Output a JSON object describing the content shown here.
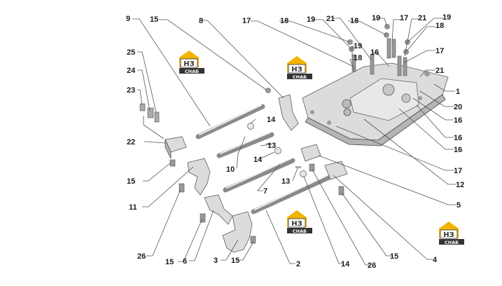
{
  "callouts": [
    {
      "id": "c9",
      "text": "9"
    },
    {
      "id": "c15a",
      "text": "15"
    },
    {
      "id": "c8",
      "text": "8"
    },
    {
      "id": "c17a",
      "text": "17"
    },
    {
      "id": "c18a",
      "text": "18"
    },
    {
      "id": "c19a",
      "text": "19"
    },
    {
      "id": "c21a",
      "text": "21"
    },
    {
      "id": "c18b",
      "text": "18"
    },
    {
      "id": "c19b",
      "text": "19"
    },
    {
      "id": "c17b",
      "text": "17"
    },
    {
      "id": "c21b",
      "text": "21"
    },
    {
      "id": "c19c",
      "text": "19"
    },
    {
      "id": "c18c",
      "text": "18"
    },
    {
      "id": "c19d",
      "text": "19"
    },
    {
      "id": "c16a",
      "text": "16"
    },
    {
      "id": "c18d",
      "text": "18"
    },
    {
      "id": "c17c",
      "text": "17"
    },
    {
      "id": "c25",
      "text": "25"
    },
    {
      "id": "c24",
      "text": "24"
    },
    {
      "id": "c23",
      "text": "23"
    },
    {
      "id": "c21c",
      "text": "21"
    },
    {
      "id": "c1",
      "text": "1"
    },
    {
      "id": "c20",
      "text": "20"
    },
    {
      "id": "c16b",
      "text": "16"
    },
    {
      "id": "c16c",
      "text": "16"
    },
    {
      "id": "c16d",
      "text": "16"
    },
    {
      "id": "c14a",
      "text": "14"
    },
    {
      "id": "c13a",
      "text": "13"
    },
    {
      "id": "c22",
      "text": "22"
    },
    {
      "id": "c14b",
      "text": "14"
    },
    {
      "id": "c10",
      "text": "10"
    },
    {
      "id": "c17d",
      "text": "17"
    },
    {
      "id": "c15b",
      "text": "15"
    },
    {
      "id": "c13b",
      "text": "13"
    },
    {
      "id": "c12",
      "text": "12"
    },
    {
      "id": "c7",
      "text": "7"
    },
    {
      "id": "c11",
      "text": "11"
    },
    {
      "id": "c5",
      "text": "5"
    },
    {
      "id": "c26a",
      "text": "26"
    },
    {
      "id": "c15c",
      "text": "15"
    },
    {
      "id": "c6",
      "text": "6"
    },
    {
      "id": "c3",
      "text": "3"
    },
    {
      "id": "c15d",
      "text": "15"
    },
    {
      "id": "c2",
      "text": "2"
    },
    {
      "id": "c14c",
      "text": "14"
    },
    {
      "id": "c26b",
      "text": "26"
    },
    {
      "id": "c15e",
      "text": "15"
    },
    {
      "id": "c4",
      "text": "4"
    }
  ],
  "watermark": {
    "top": "НЗ",
    "bottom": "СНАБ",
    "accent": "#f2b400",
    "dark": "#333333"
  },
  "colors": {
    "leader": "#555555",
    "part": "#dcdcdc",
    "part_dark": "#b5b5b5"
  }
}
